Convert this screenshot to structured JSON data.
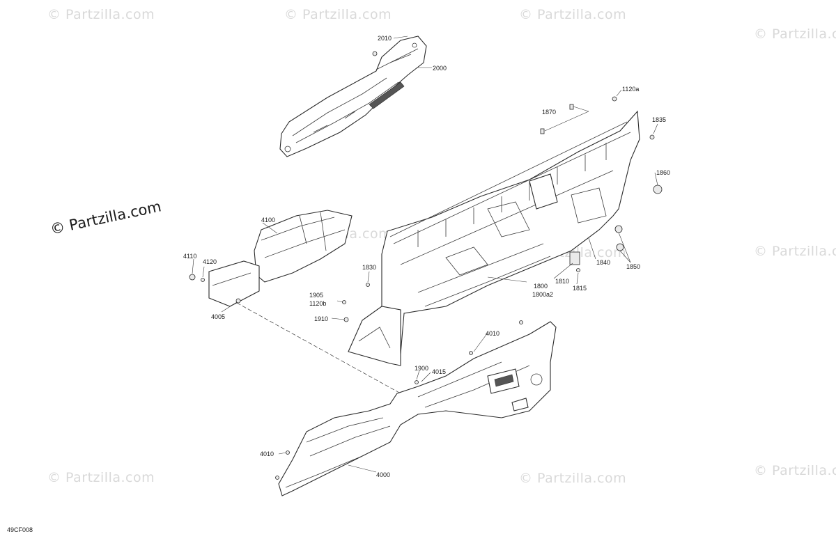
{
  "watermarks": {
    "text": "© Partzilla.com",
    "brand": "© Partzilla.com"
  },
  "diagram_code": "49CF008",
  "callouts": {
    "c2010": "2010",
    "c2000": "2000",
    "c1120a": "1120a",
    "c1870": "1870",
    "c1835": "1835",
    "c1860": "1860",
    "c4100": "4100",
    "c4110": "4110",
    "c4120": "4120",
    "c4005": "4005",
    "c1830": "1830",
    "c1905": "1905",
    "c1120b": "1120b",
    "c1910": "1910",
    "c1800": "1800",
    "c1800a2": "1800a2",
    "c1810": "1810",
    "c1815": "1815",
    "c1840": "1840",
    "c1850": "1850",
    "c4010a": "4010",
    "c1900": "1900",
    "c4015": "4015",
    "c4010b": "4010",
    "c4000": "4000"
  }
}
